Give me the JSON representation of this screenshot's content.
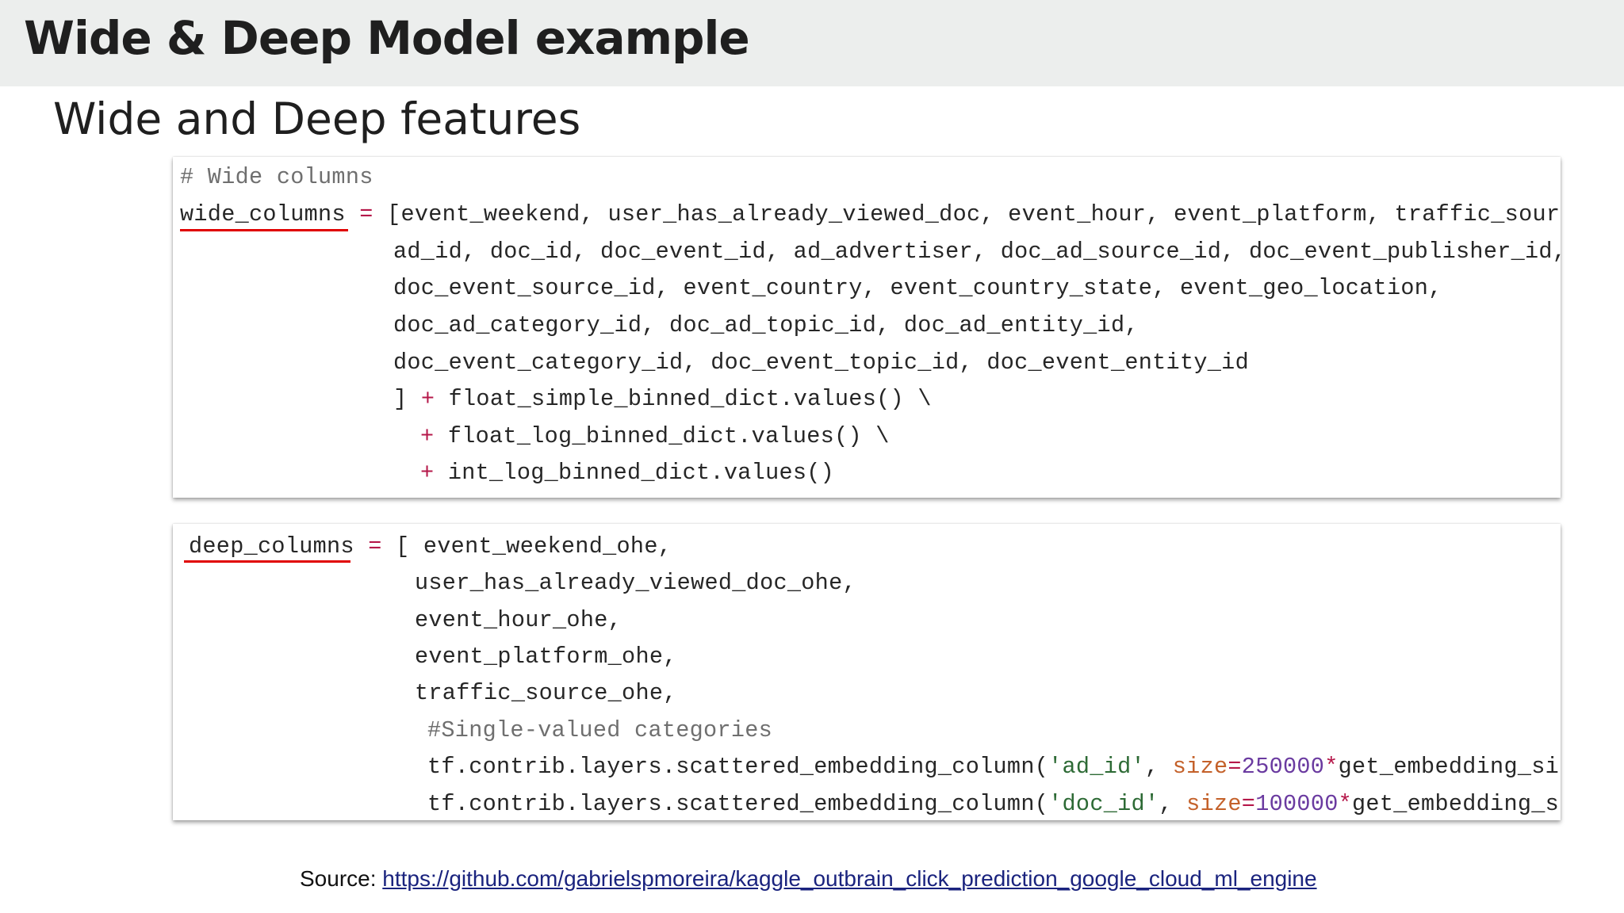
{
  "slide": {
    "title": "Wide & Deep Model example",
    "subtitle": "Wide and Deep features"
  },
  "wide_code": {
    "comment": "# Wide columns",
    "var_name": "wide_columns",
    "assign": "=",
    "line1_rest": "[event_weekend, user_has_already_viewed_doc, event_hour, event_platform, traffic_source,",
    "line2": "ad_id, doc_id, doc_event_id, ad_advertiser, doc_ad_source_id, doc_event_publisher_id,",
    "line3": "doc_event_source_id, event_country, event_country_state, event_geo_location,",
    "line4": "doc_ad_category_id, doc_ad_topic_id, doc_ad_entity_id,",
    "line5": "doc_event_category_id, doc_event_topic_id, doc_event_entity_id",
    "line6_bracket": "]",
    "plus": "+",
    "line6_rest": "float_simple_binned_dict.values() \\",
    "line7_rest": "float_log_binned_dict.values() \\",
    "line8_rest": "int_log_binned_dict.values()"
  },
  "deep_code": {
    "var_name": "deep_columns",
    "assign": "=",
    "open_bracket": "[",
    "line1_rest": "event_weekend_ohe,",
    "line2": "user_has_already_viewed_doc_ohe,",
    "line3": "event_hour_ohe,",
    "line4": "event_platform_ohe,",
    "line5": "traffic_source_ohe,",
    "comment": "#Single-valued categories",
    "line7_call": "tf.contrib.layers.scattered_embedding_column(",
    "line7_str": "'ad_id'",
    "comma": ", ",
    "size_kw": "size",
    "eq": "=",
    "line7_num": "250000",
    "star": "*",
    "line7_tail": "get_embedding_size(e",
    "line8_call": "tf.contrib.layers.scattered_embedding_column(",
    "line8_str": "'doc_id'",
    "line8_num": "100000",
    "line8_tail": "get_embedding_size(e"
  },
  "source": {
    "label": "Source: ",
    "link": "https://github.com/gabrielspmoreira/kaggle_outbrain_click_prediction_google_cloud_ml_engine"
  },
  "colors": {
    "title_bar_bg": "#eceeed",
    "underline_red": "#e00000",
    "link_blue": "#1a237e"
  }
}
